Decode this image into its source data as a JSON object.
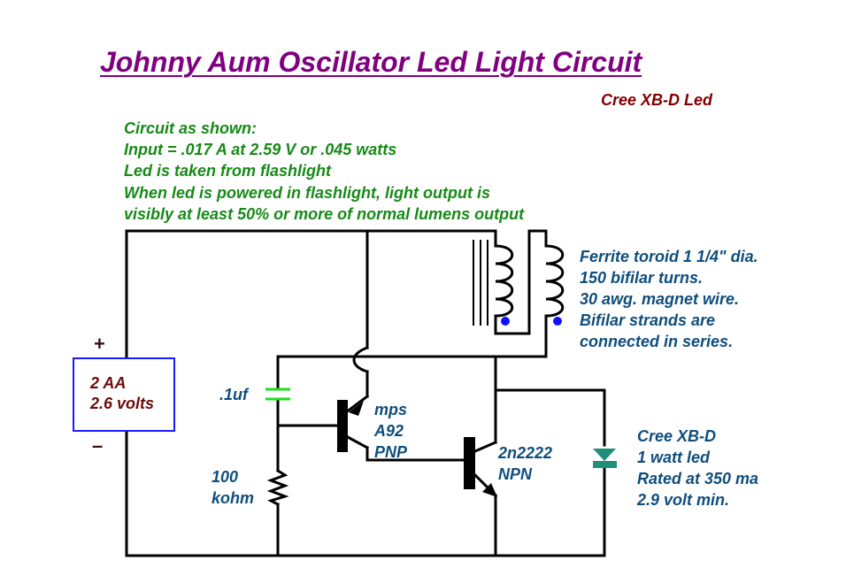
{
  "title": "Johnny Aum Oscillator Led Light Circuit",
  "subtitle": "Cree XB-D Led",
  "notes": [
    "Circuit as shown:",
    "Input = .017 A at 2.59 V or .045 watts",
    "Led is taken from flashlight",
    "When led is powered in flashlight, light output is",
    "visibly at least 50% or more of normal lumens output"
  ],
  "toroid": {
    "lines": [
      "Ferrite toroid 1 1/4\" dia.",
      "150 bifilar turns.",
      "30 awg. magnet wire.",
      "Bifilar strands are",
      "connected in series."
    ]
  },
  "battery": {
    "line1": "2 AA",
    "line2": "2.6 volts",
    "plus": "+",
    "minus": "–"
  },
  "capacitor": {
    "label": ".1uf"
  },
  "resistor": {
    "line1": "100",
    "line2": "kohm"
  },
  "pnp": {
    "line1": "mps",
    "line2": "A92",
    "line3": "PNP"
  },
  "npn": {
    "line1": "2n2222",
    "line2": "NPN"
  },
  "led": {
    "lines": [
      "Cree XB-D",
      "1 watt led",
      "Rated at 350 ma",
      "2.9 volt min."
    ]
  },
  "colors": {
    "title": "#800080",
    "subtitle": "#800000",
    "notes": "#178a17",
    "labels": "#0f4e7c",
    "battery_text": "#6e0a0a",
    "battery_box": "#1a1aff",
    "capacitor": "#22dd22",
    "led": "#1f8f7a",
    "dots": "#1010ff",
    "wire": "#000000"
  }
}
